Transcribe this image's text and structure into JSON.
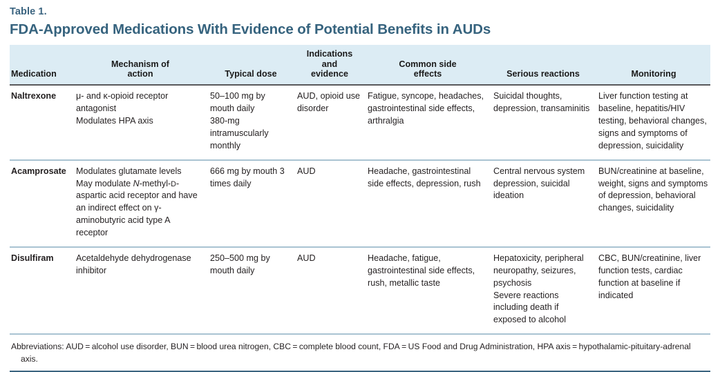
{
  "caption": {
    "number": "Table 1.",
    "title": "FDA-Approved Medications With Evidence of Potential Benefits in AUDs",
    "title_color": "#36637e",
    "number_color": "#3b6480"
  },
  "table": {
    "header_background": "#dcecf4",
    "header_rule_color": "#58585b",
    "row_rule_color": "#a9c3d2",
    "columns": [
      {
        "id": "medication",
        "label_lines": [
          "Medication"
        ]
      },
      {
        "id": "mechanism",
        "label_lines": [
          "Mechanism of",
          "action"
        ]
      },
      {
        "id": "dose",
        "label_lines": [
          "Typical dose"
        ]
      },
      {
        "id": "indications",
        "label_lines": [
          "Indications",
          "and",
          "evidence"
        ]
      },
      {
        "id": "side_effects",
        "label_lines": [
          "Common side",
          "effects"
        ]
      },
      {
        "id": "serious",
        "label_lines": [
          "Serious reactions"
        ]
      },
      {
        "id": "monitoring",
        "label_lines": [
          "Monitoring"
        ]
      }
    ],
    "rows": [
      {
        "medication": "Naltrexone",
        "mechanism": [
          "μ- and κ-opioid receptor antagonist",
          "Modulates HPA axis"
        ],
        "dose": [
          "50–100 mg by mouth daily",
          "380-mg intramuscularly monthly"
        ],
        "indications": [
          "AUD, opioid use disorder"
        ],
        "side_effects": [
          "Fatigue, syncope, headaches, gastrointestinal side effects, arthralgia"
        ],
        "serious": [
          "Suicidal thoughts, depression, transaminitis"
        ],
        "monitoring": [
          "Liver function testing at baseline, hepatitis/HIV testing, behavioral changes, signs and symptoms of depression, suicidality"
        ]
      },
      {
        "medication": "Acamprosate",
        "mechanism_rich": [
          {
            "parts": [
              {
                "text": "Modulates glutamate levels"
              }
            ]
          },
          {
            "parts": [
              {
                "text": "May modulate "
              },
              {
                "text": "N",
                "style": "italic"
              },
              {
                "text": "-methyl-"
              },
              {
                "text": "d",
                "style": "smallcap"
              },
              {
                "text": "-aspartic acid receptor and have an indirect effect on γ-aminobutyric acid type A receptor"
              }
            ]
          }
        ],
        "mechanism": [
          "Modulates glutamate levels",
          "May modulate N-methyl-D-aspartic acid receptor and have an indirect effect on γ-aminobutyric acid type A receptor"
        ],
        "dose": [
          "666 mg by mouth 3 times daily"
        ],
        "indications": [
          "AUD"
        ],
        "side_effects": [
          "Headache, gastrointestinal side effects, depression, rush"
        ],
        "serious": [
          "Central nervous system depression, suicidal ideation"
        ],
        "monitoring": [
          "BUN/creatinine at baseline, weight, signs and symptoms of depression, behavioral changes, suicidality"
        ]
      },
      {
        "medication": "Disulfiram",
        "mechanism": [
          "Acetaldehyde dehydrogenase inhibitor"
        ],
        "dose": [
          "250–500 mg by mouth daily"
        ],
        "indications": [
          "AUD"
        ],
        "side_effects": [
          "Headache, fatigue, gastrointestinal side effects, rush, metallic taste"
        ],
        "serious": [
          "Hepatoxicity, peripheral neuropathy, seizures, psychosis",
          "Severe reactions including death if exposed to alcohol"
        ],
        "monitoring": [
          "CBC, BUN/creatinine, liver function tests, cardiac function at baseline if indicated"
        ]
      }
    ]
  },
  "footnote": {
    "text": "Abbreviations: AUD = alcohol use disorder, BUN = blood urea nitrogen, CBC = complete blood count, FDA = US Food and Drug Administration, HPA axis = hypothalamic-pituitary-adrenal axis.",
    "rule_color": "#3b6480"
  }
}
